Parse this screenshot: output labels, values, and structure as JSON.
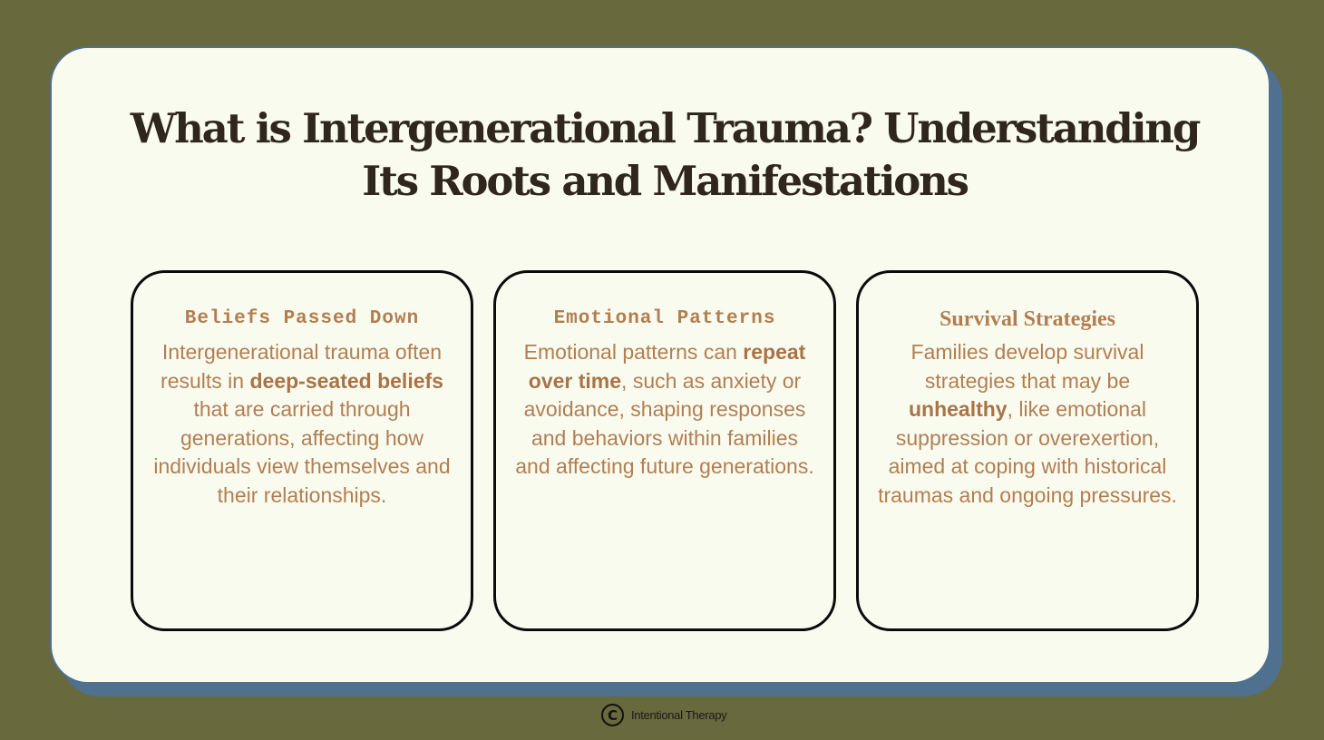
{
  "slide": {
    "title": "What is Intergenerational Trauma? Understanding Its Roots and Manifestations"
  },
  "cards": [
    {
      "heading": "Beliefs Passed Down",
      "text_before": "Intergenerational trauma often results in ",
      "bold": "deep-seated beliefs",
      "text_after": " that are carried through generations, affecting how individuals view themselves and their relationships."
    },
    {
      "heading": "Emotional Patterns",
      "text_before": "Emotional patterns can ",
      "bold": "repeat over time",
      "text_after": ", such as anxiety or avoidance, shaping responses and behaviors within families and affecting future generations."
    },
    {
      "heading": "Survival Strategies",
      "text_before": "Families develop survival strategies that may be ",
      "bold": "unhealthy",
      "text_after": ", like emotional suppression or overexertion, aimed at coping with historical traumas and ongoing pressures."
    }
  ],
  "footer": {
    "icon": "copyright-icon",
    "symbol": "C",
    "label": "Intentional Therapy"
  },
  "colors": {
    "background": "#68693d",
    "card": "#fafbef",
    "card_shadow": "#4f718f",
    "title": "#2f261d",
    "accent": "#b27e51"
  }
}
